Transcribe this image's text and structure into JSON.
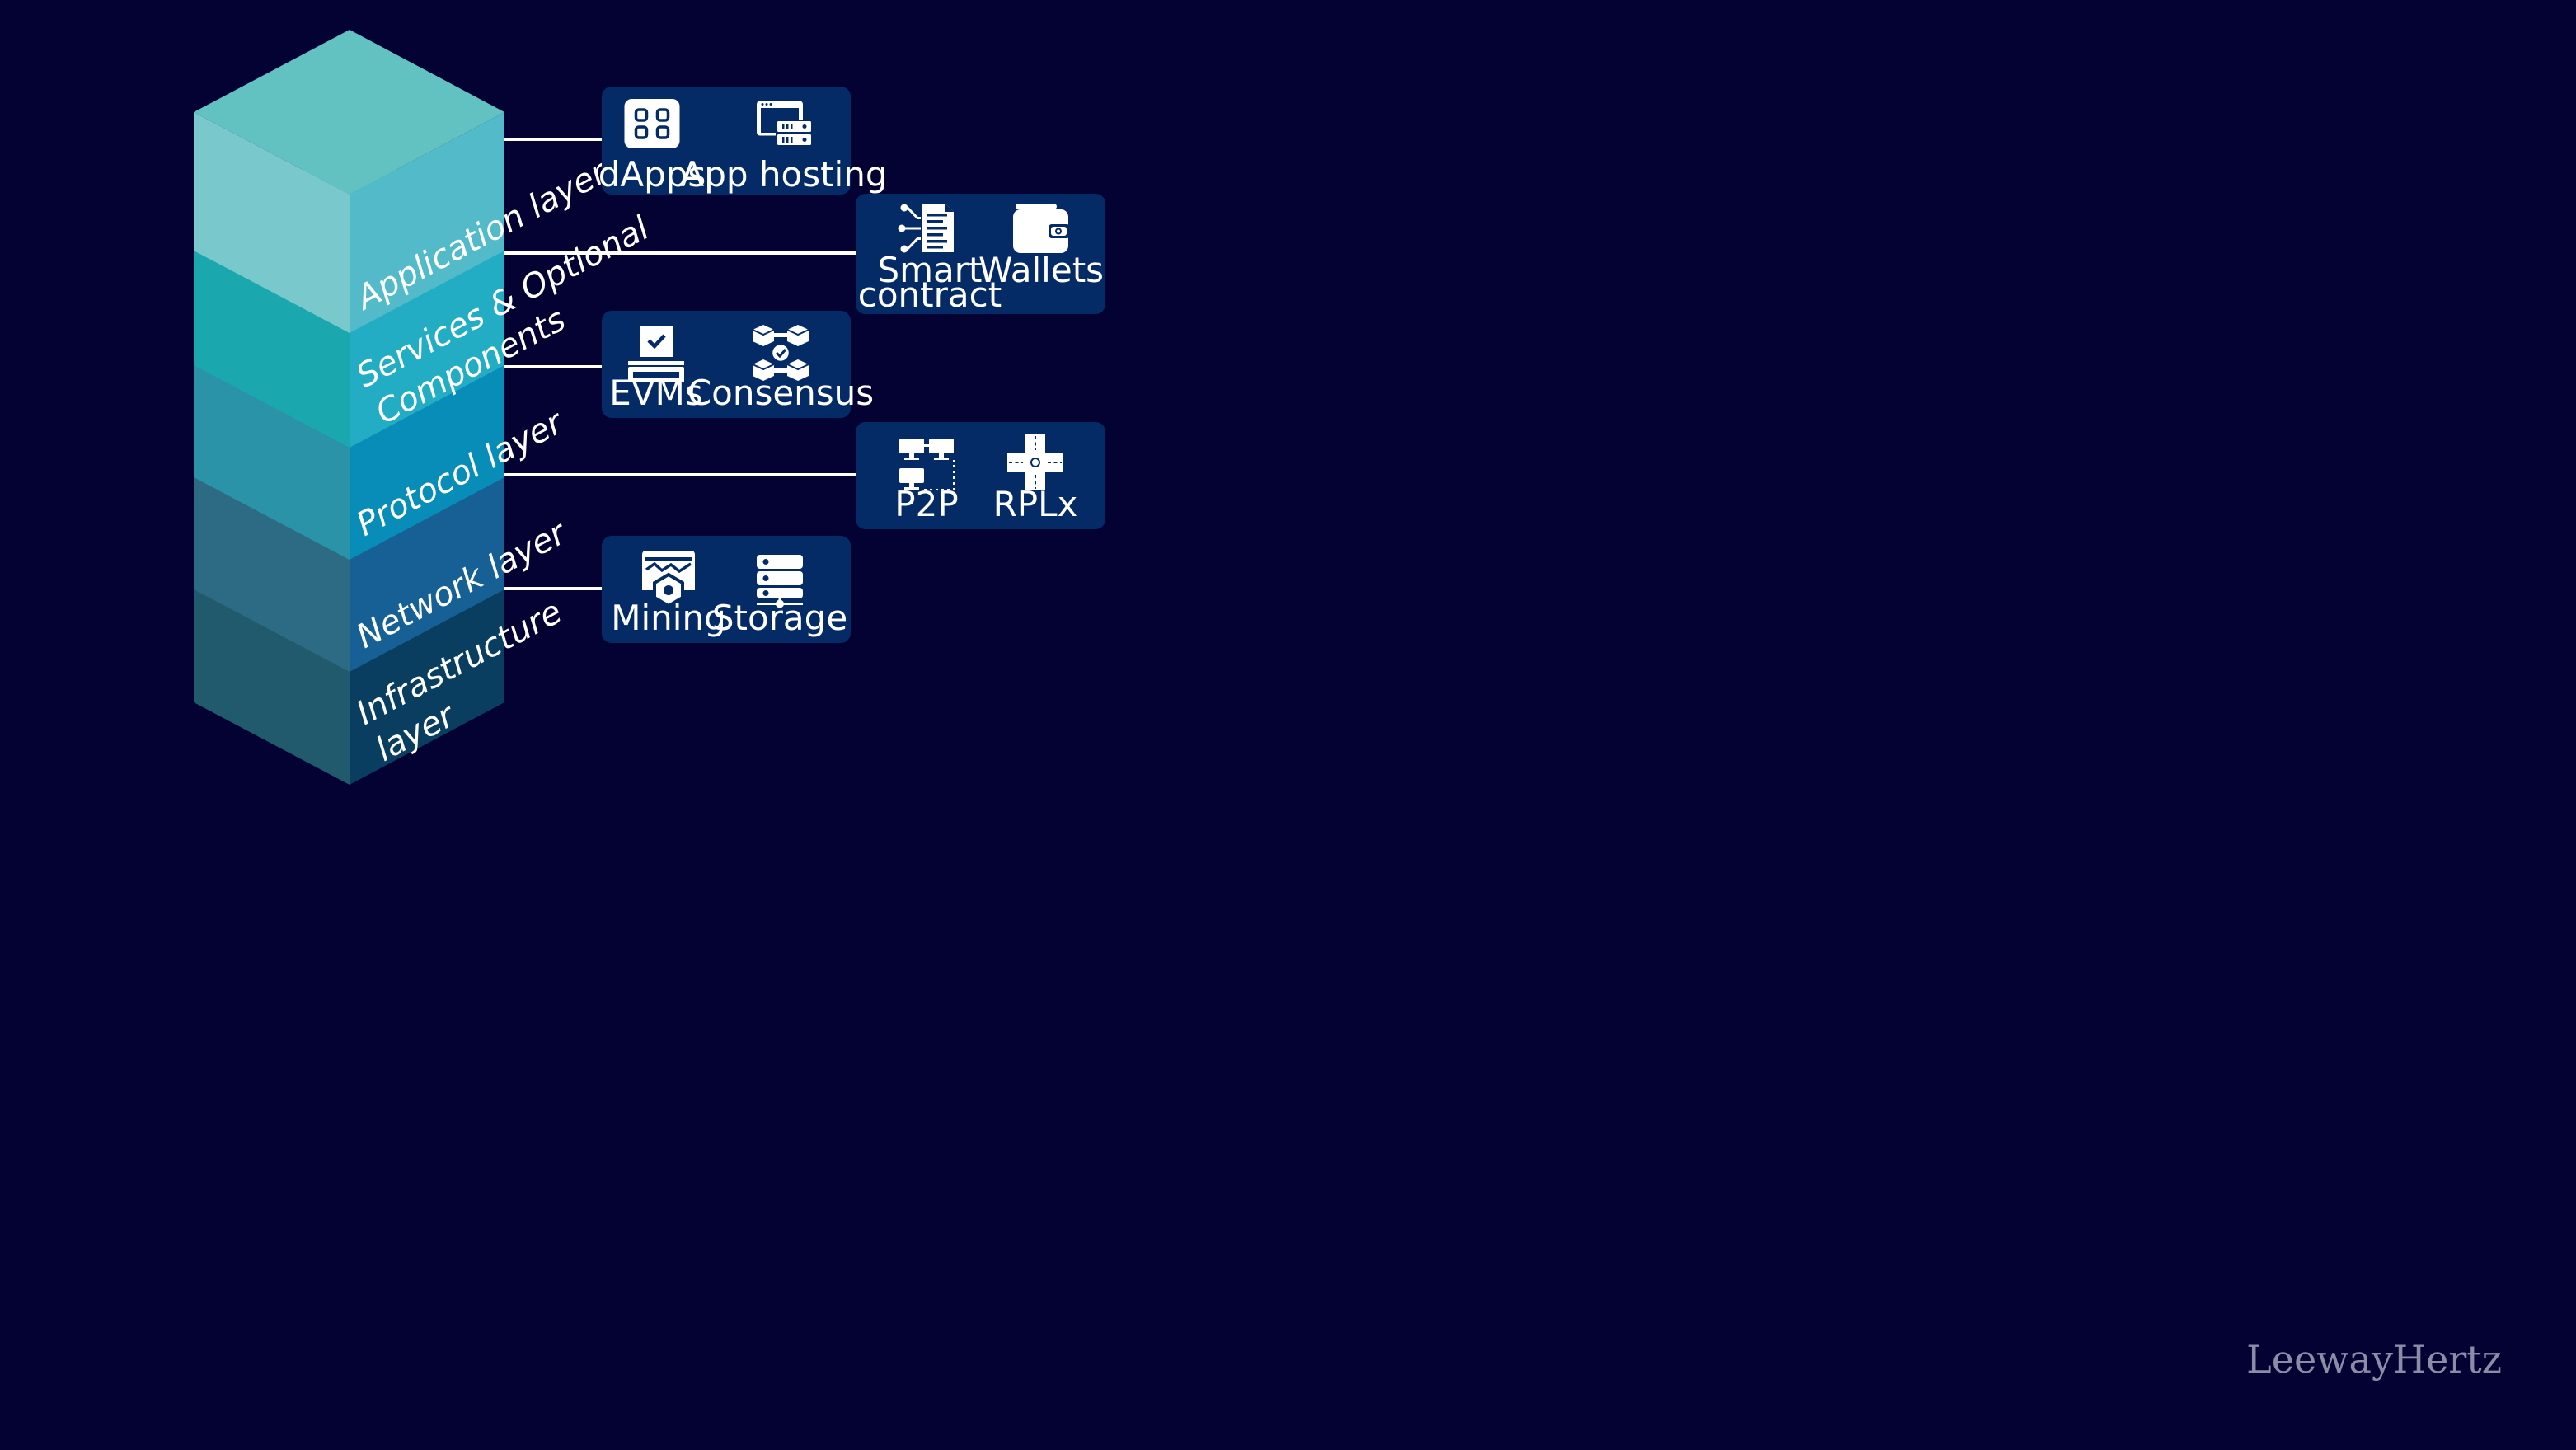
{
  "colors": {
    "background": "#030233",
    "card": "#052b66",
    "connector": "#ffffff"
  },
  "layers": [
    {
      "label_lines": [
        "Application layer"
      ],
      "top": "#62c2c1",
      "left": "#79c9cc",
      "right": "#52bac8",
      "items": [
        {
          "label_lines": [
            "dApps"
          ],
          "icon": "apps-grid-icon"
        },
        {
          "label_lines": [
            "App hosting"
          ],
          "icon": "web-server-icon"
        }
      ]
    },
    {
      "label_lines": [
        "Services & Optional",
        "Components"
      ],
      "top": "#1aa9ad",
      "left": "#1ba7ae",
      "right": "#22adc4",
      "items": [
        {
          "label_lines": [
            "Smart",
            "contract"
          ],
          "icon": "smart-contract-icon"
        },
        {
          "label_lines": [
            "Wallets"
          ],
          "icon": "wallet-icon"
        }
      ]
    },
    {
      "label_lines": [
        "Protocol layer"
      ],
      "top": "#278a9f",
      "left": "#2a93a8",
      "right": "#078db8",
      "items": [
        {
          "label_lines": [
            "EVMs"
          ],
          "icon": "evm-icon"
        },
        {
          "label_lines": [
            "Consensus"
          ],
          "icon": "consensus-icon"
        }
      ]
    },
    {
      "label_lines": [
        "Network layer"
      ],
      "top": "#296378",
      "left": "#2d6b84",
      "right": "#166095",
      "items": [
        {
          "label_lines": [
            "P2P"
          ],
          "icon": "p2p-network-icon"
        },
        {
          "label_lines": [
            "RPLx"
          ],
          "icon": "rplx-crossroad-icon"
        }
      ]
    },
    {
      "label_lines": [
        "Infrastructure",
        "layer"
      ],
      "top": "#1c4858",
      "left": "#205a6c",
      "right": "#093e60",
      "items": [
        {
          "label_lines": [
            "Mining"
          ],
          "icon": "mining-icon"
        },
        {
          "label_lines": [
            "Storage"
          ],
          "icon": "storage-server-icon"
        }
      ]
    }
  ],
  "brand": "LeewayHertz"
}
